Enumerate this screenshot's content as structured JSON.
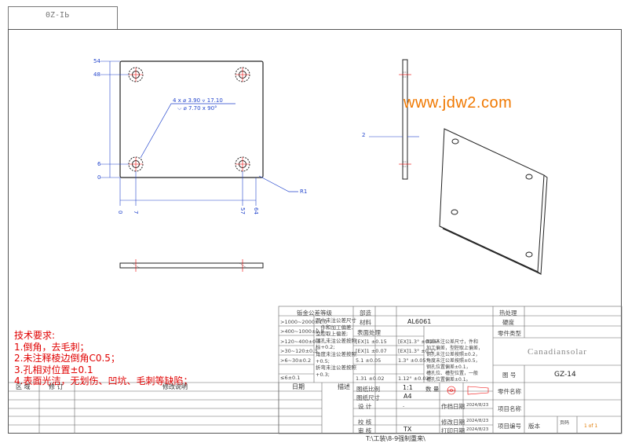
{
  "corner_label": "0Z-IЬ",
  "watermark": "www.jdw2.com",
  "dims": {
    "y54": "54",
    "y48": "48",
    "y6": "6",
    "y0": "0",
    "x0": "0",
    "x7": "7",
    "x57": "57",
    "x64": "64",
    "hole_line1": "4 x ⌀ 3.90 ⩒ 17.10",
    "hole_line2": "⌵ ⌀ 7.70 x 90°",
    "radius": "R1",
    "thickness": "2"
  },
  "tech_notes": {
    "title": "技术要求:",
    "items": [
      "1.倒角，去毛刺；",
      "2.未注释棱边倒角C0.5；",
      "3.孔相对位置±0.1",
      "4.表面光洁，无划伤、凹坑、毛刺等缺陷；"
    ]
  },
  "tolerance": {
    "header": "钣金公差等级",
    "rows": [
      ">1000~2000±1.0",
      ">400~1000±0.8",
      ">120~400±0.5",
      ">30~120±0.3",
      ">6~30±0.2",
      "≤6±0.1"
    ],
    "notes": [
      "图中未注公差尺寸",
      "，件和加工偏差,",
      "型腔取上偏差;",
      "钢孔未注公差按照",
      "标+0.2;",
      "角度未注公差按照",
      "+0.5;",
      "折弯未注公差按照",
      "+0.3;"
    ]
  },
  "machining": {
    "rows": [
      "[EX]1 ±0.15",
      "[EX]1 ±0.07",
      "5.1 ±0.05",
      "1.31 ±0.02"
    ],
    "angles": [
      "[EX]1.3° ±0.25°",
      "[EX]1.3° ±0.1°",
      "1.3° ±0.05°",
      "1.12° ±0.02°"
    ],
    "notes": [
      "图中未注公差尺寸，件和",
      "加工偏差，型腔取上偏差，",
      "钢孔未注公差按照±0.2，",
      "角度未注公差按照±0.5，",
      "钢孔位置偏差±0.1，",
      "槽孔位、槽型位置，一般",
      "槽孔位置偏差±0.1。"
    ]
  },
  "title_block": {
    "label_assembly": "部造",
    "label_material": "材料",
    "material": "AL6061",
    "label_surface": "表面处理",
    "label_heat": "热处理",
    "label_hardness": "硬度",
    "label_part_type": "零件类型",
    "company": "Canadiansolar",
    "label_drawing_no": "图 号",
    "drawing_no": "GZ-14",
    "label_scale": "图纸比例",
    "scale": "1:1",
    "label_qty": "数 量",
    "label_part_name": "零件名称",
    "label_size": "图纸尺寸",
    "size": "A4",
    "label_project": "项目名称",
    "label_design": "设 计",
    "design_value": "-",
    "label_create_date": "作档日期",
    "date1": "2024/8/23",
    "label_project_no": "项目编号",
    "label_check": "校 核",
    "label_modify_date": "修改日期",
    "date2": "2024/8/23",
    "label_review": "审 核",
    "reviewer": "TX",
    "label_print_date": "打印日期",
    "date3": "2024/8/23",
    "label_version": "版本",
    "label_page": "页码",
    "sheet": "1 of 1"
  },
  "revision_headers": [
    "区 域",
    "修 订",
    "修改说明",
    "日期",
    "描述"
  ],
  "file_path": "T:\\工装\\8-9强制重来\\"
}
